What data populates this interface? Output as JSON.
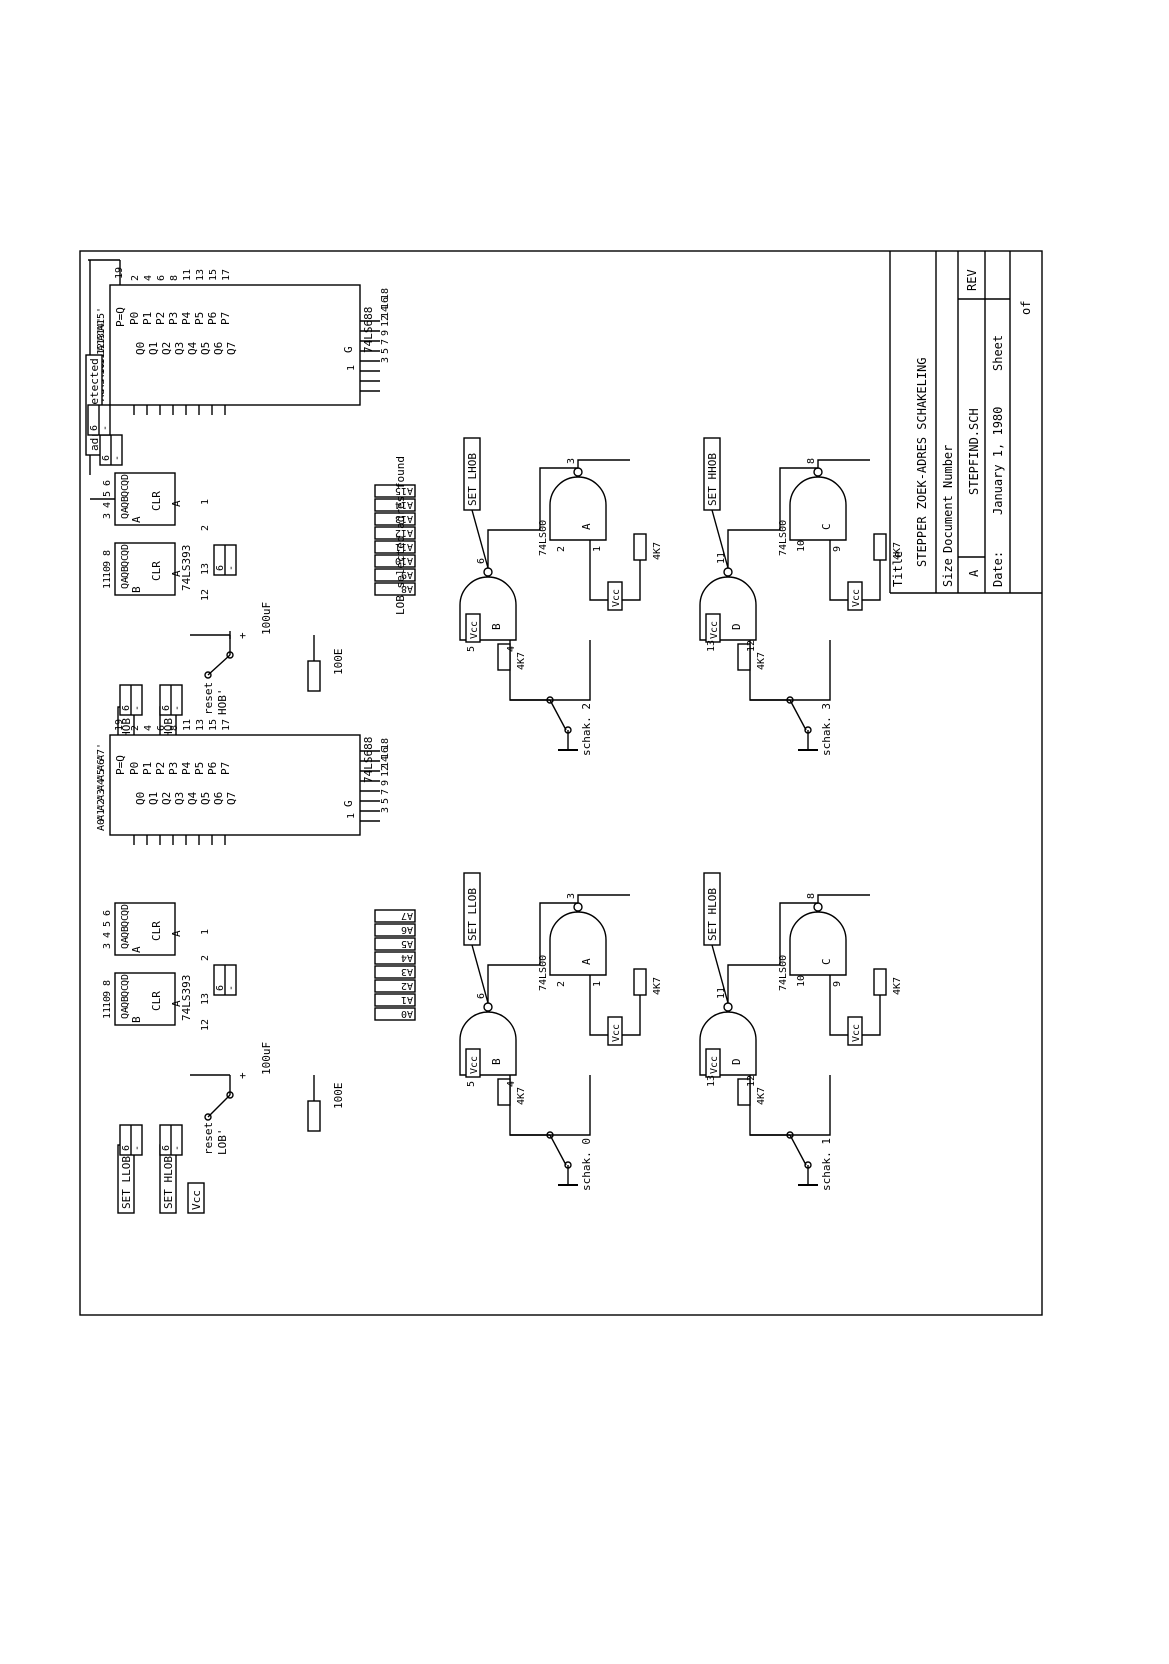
{
  "title_block": {
    "title_label": "Title",
    "title": "STEPPER ZOEK-ADRES SCHAKELING",
    "size_label": "Size",
    "doc_number_label": "Document Number",
    "doc_number": "STEPFIND.SCH",
    "size_value": "A",
    "rev_label": "REV",
    "date_label": "Date:",
    "date_value": "January   1, 1980",
    "sheet_label": "Sheet",
    "of_label": "of"
  },
  "comparators": [
    {
      "part": "74LS688",
      "p_pins": [
        "P0",
        "P1",
        "P2",
        "P3",
        "P4",
        "P5",
        "P6",
        "P7"
      ],
      "p_nums": [
        "2",
        "4",
        "6",
        "8",
        "11",
        "13",
        "15",
        "17"
      ],
      "q_pins": [
        "Q0",
        "Q1",
        "Q2",
        "Q3",
        "Q4",
        "Q5",
        "Q6",
        "Q7"
      ],
      "q_nums": [
        "3",
        "5",
        "7",
        "9",
        "12",
        "14",
        "16",
        "18"
      ],
      "peq": "P=Q",
      "peq_num": "19",
      "g": "G",
      "g_num": "1",
      "addr_labels": [
        "A8'",
        "A9'",
        "A10'",
        "A11'",
        "A12'",
        "A13'",
        "A14'",
        "A15'"
      ],
      "bus_labels": [
        "A8",
        "A9",
        "A10",
        "A11",
        "A12",
        "A13",
        "A14",
        "A15"
      ]
    },
    {
      "part": "74LS688",
      "p_pins": [
        "P0",
        "P1",
        "P2",
        "P3",
        "P4",
        "P5",
        "P6",
        "P7"
      ],
      "p_nums": [
        "2",
        "4",
        "6",
        "8",
        "11",
        "13",
        "15",
        "17"
      ],
      "q_pins": [
        "Q0",
        "Q1",
        "Q2",
        "Q3",
        "Q4",
        "Q5",
        "Q6",
        "Q7"
      ],
      "q_nums": [
        "3",
        "5",
        "7",
        "9",
        "12",
        "14",
        "16",
        "18"
      ],
      "peq": "P=Q",
      "peq_num": "19",
      "g": "G",
      "g_num": "1",
      "addr_labels": [
        "A0'",
        "A1'",
        "A2'",
        "A3'",
        "A4'",
        "A5'",
        "A6'",
        "A7'"
      ],
      "bus_labels": [
        "A0",
        "A1",
        "A2",
        "A3",
        "A4",
        "A5",
        "A6",
        "A7"
      ]
    }
  ],
  "counters": {
    "part": "74LS393",
    "pins": [
      "QA",
      "QB",
      "QC",
      "QD",
      "CLR"
    ],
    "in": "A",
    "pin_nums_a": [
      "3",
      "4",
      "5",
      "6"
    ],
    "pin_nums_b": [
      "11",
      "10",
      "9",
      "8"
    ],
    "num_a_in": "1",
    "num_a_clr": "2",
    "num_b_in": "13",
    "num_b_clr": "12",
    "gate_a": "A",
    "gate_b": "B"
  },
  "reset_hob": {
    "label1": "reset",
    "label2": "HOB'",
    "cap": "100uF",
    "res": "100E",
    "plus": "+"
  },
  "reset_lob": {
    "label1": "reset",
    "label2": "LOB'",
    "cap": "100uF",
    "res": "100E",
    "plus": "+"
  },
  "nets": {
    "adres_detected": "adres detected",
    "lob_found": "LOB selected adres found",
    "set_lhob": "SET LHOB",
    "set_hhob": "SET HHOB",
    "set_llob": "SET LLOB",
    "set_hlob": "SET HLOB",
    "set_lhob2": "SET LHOB",
    "set_hhob2": "SET HHOB",
    "set_llob2": "SET LLOB",
    "set_hlob2": "SET HLOB",
    "vcc": "Vcc"
  },
  "offpage": {
    "top": "6",
    "mid": "5",
    "bot": "1",
    "dash": "-"
  },
  "nand_blocks": [
    {
      "switch": "schak. 2",
      "res1": "4K7",
      "res2": "4K7",
      "part": "74LS00",
      "gate1": "B",
      "gate2": "A",
      "pins": [
        "5",
        "4",
        "6",
        "2",
        "1",
        "3"
      ]
    },
    {
      "switch": "schak. 3",
      "res1": "4K7",
      "res2": "4K7",
      "part": "74LS00",
      "gate1": "D",
      "gate2": "C",
      "pins": [
        "13",
        "12",
        "11",
        "10",
        "9",
        "8"
      ]
    },
    {
      "switch": "schak. 0",
      "res1": "4K7",
      "res2": "4K7",
      "part": "74LS00",
      "gate1": "B",
      "gate2": "A",
      "pins": [
        "5",
        "4",
        "6",
        "2",
        "1",
        "3"
      ]
    },
    {
      "switch": "schak. 1",
      "res1": "4K7",
      "res2": "4K7",
      "part": "74LS00",
      "gate1": "D",
      "gate2": "C",
      "pins": [
        "13",
        "12",
        "11",
        "10",
        "9",
        "8"
      ]
    }
  ]
}
